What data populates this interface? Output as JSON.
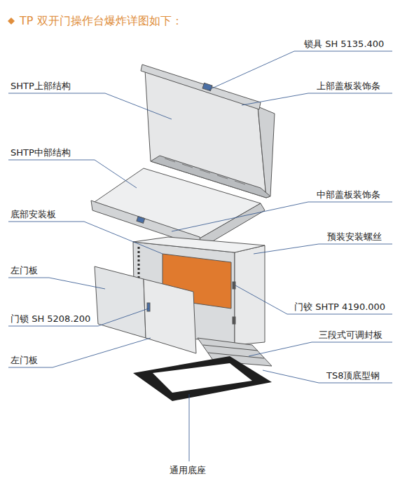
{
  "diagram": {
    "title": "TP 双开门操作台爆炸详图如下：",
    "labels": [
      "锁具 SH 5135.400",
      "SHTP上部结构",
      "上部盖板装饰条",
      "SHTP中部结构",
      "中部盖板装饰条",
      "底部安装板",
      "预装安装螺丝",
      "左门板",
      "门锁 SH 5208.200",
      "门铰 SHTP 4190.000",
      "左门板",
      "三段式可调封板",
      "TS8顶底型钢",
      "通用底座"
    ]
  }
}
